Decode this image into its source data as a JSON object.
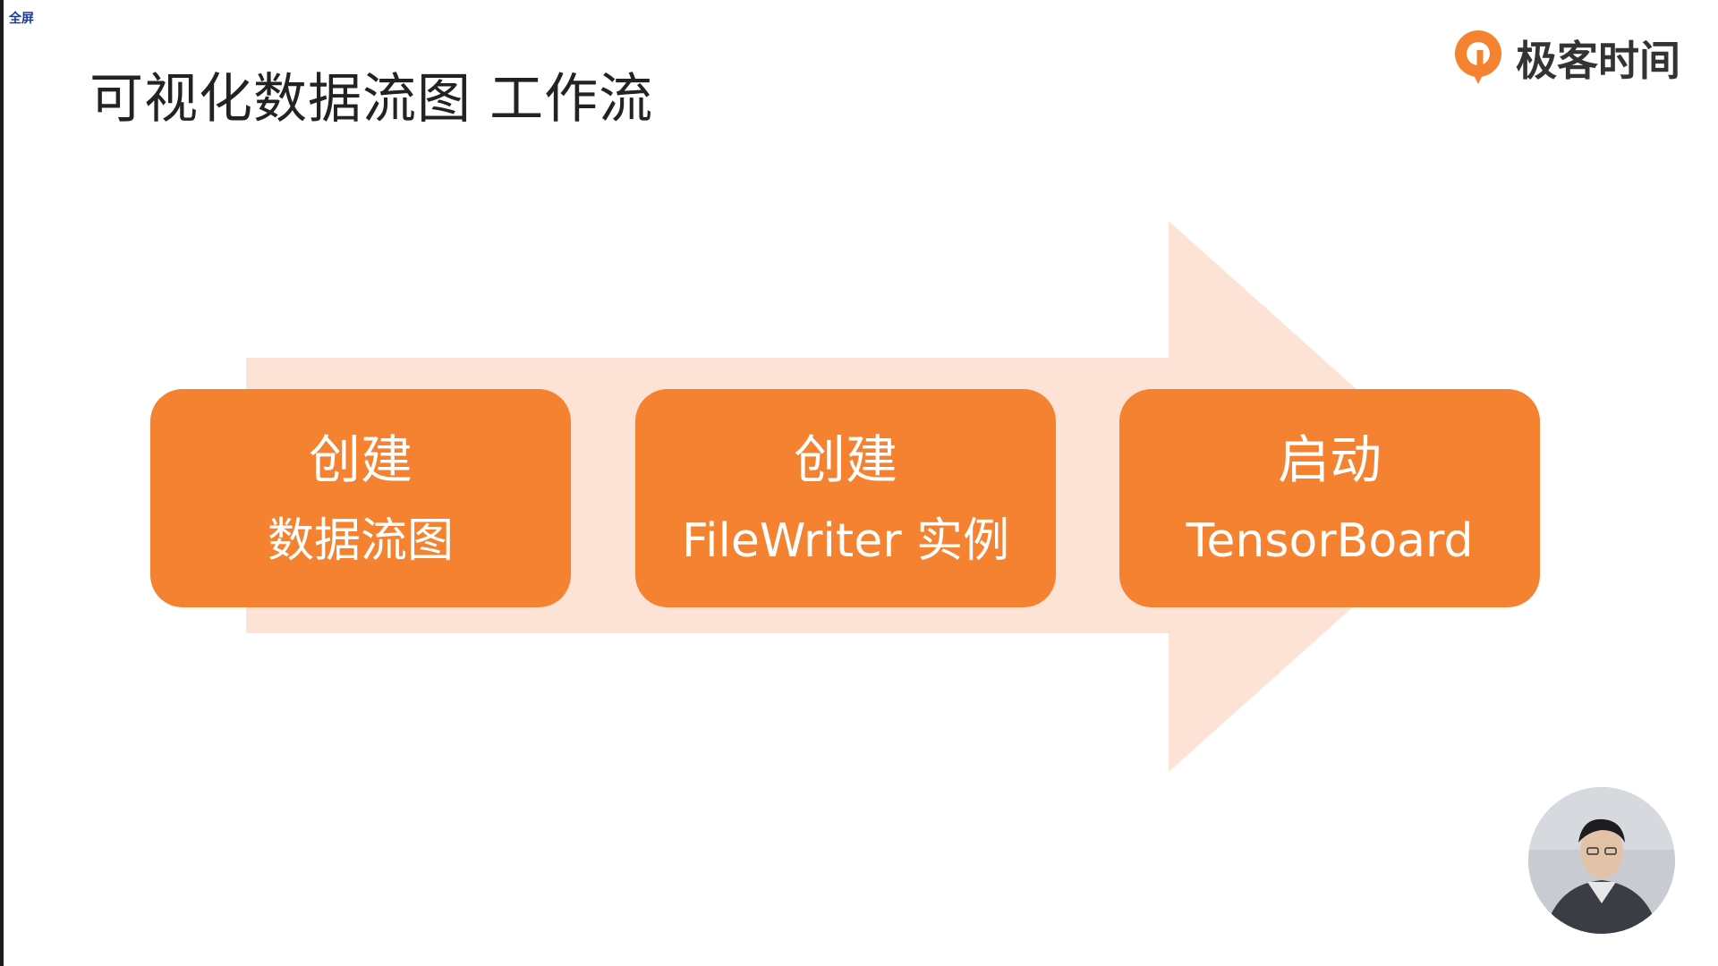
{
  "top_left_label": "全屏",
  "title": "可视化数据流图 工作流",
  "brand": {
    "name": "极客时间",
    "logo_icon": "geektime-logo-icon",
    "accent_color": "#f58231"
  },
  "workflow": {
    "arrow_color": "#fde3d5",
    "box_color": "#f58231",
    "steps": [
      {
        "line1": "创建",
        "line2": "数据流图"
      },
      {
        "line1": "创建",
        "line2": "FileWriter 实例"
      },
      {
        "line1": "启动",
        "line2": "TensorBoard"
      }
    ]
  },
  "presenter": {
    "icon": "presenter-video-icon"
  }
}
